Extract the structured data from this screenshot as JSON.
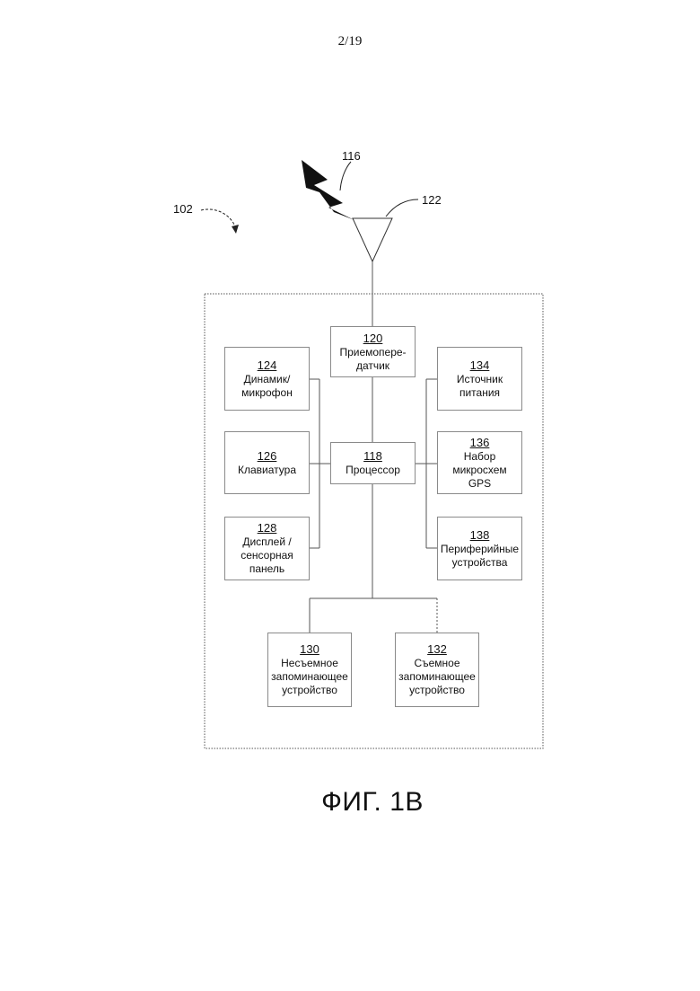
{
  "page_number": "2/19",
  "labels": {
    "signal": "116",
    "antenna": "122",
    "device": "102"
  },
  "blocks": {
    "transceiver": {
      "num": "120",
      "text": "Приемопере-\nдатчик"
    },
    "processor": {
      "num": "118",
      "text": "Процессор"
    },
    "speaker": {
      "num": "124",
      "text": "Динамик/\nмикрофон"
    },
    "keyboard": {
      "num": "126",
      "text": "Клавиатура"
    },
    "display": {
      "num": "128",
      "text": "Дисплей /\nсенсорная\nпанель"
    },
    "power": {
      "num": "134",
      "text": "Источник\nпитания"
    },
    "gps": {
      "num": "136",
      "text": "Набор микросхем\nGPS"
    },
    "peripherals": {
      "num": "138",
      "text": "Периферийные\nустройства"
    },
    "nonremovable": {
      "num": "130",
      "text": "Несъемное\nзапоминающее\nустройство"
    },
    "removable": {
      "num": "132",
      "text": "Съемное\nзапоминающее\nустройство"
    }
  },
  "caption": "ФИГ. 1В"
}
